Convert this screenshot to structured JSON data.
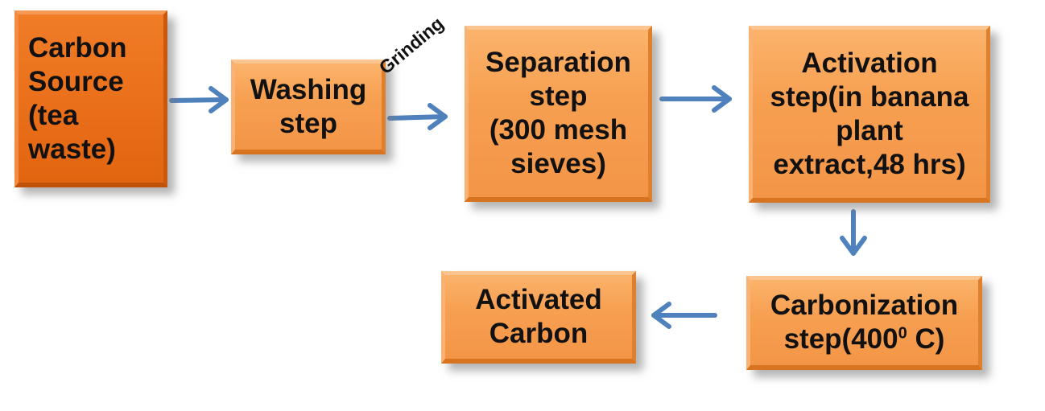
{
  "nodes": {
    "carbon_source": {
      "line1": "Carbon",
      "line2": "Source",
      "line3": "(tea",
      "line4": "waste)"
    },
    "washing": {
      "line1": "Washing",
      "line2": "step"
    },
    "separation": {
      "line1": "Separation",
      "line2": "step",
      "line3": "(300 mesh",
      "line4": "sieves)"
    },
    "activation": {
      "line1": "Activation",
      "line2": "step(in banana",
      "line3": "plant",
      "line4": "extract,48 hrs)"
    },
    "carbonization": {
      "line1": "Carbonization",
      "line2_main": "step(400",
      "line2_sup": "0",
      "line2_end": " C)"
    },
    "activated_carbon": {
      "line1": "Activated",
      "line2": "Carbon"
    }
  },
  "edge_labels": {
    "grinding": "Grinding"
  },
  "colors": {
    "box_light": "#f7a052",
    "box_dark": "#ea6f1a",
    "arrow": "#4f81bd",
    "text": "#111111"
  }
}
